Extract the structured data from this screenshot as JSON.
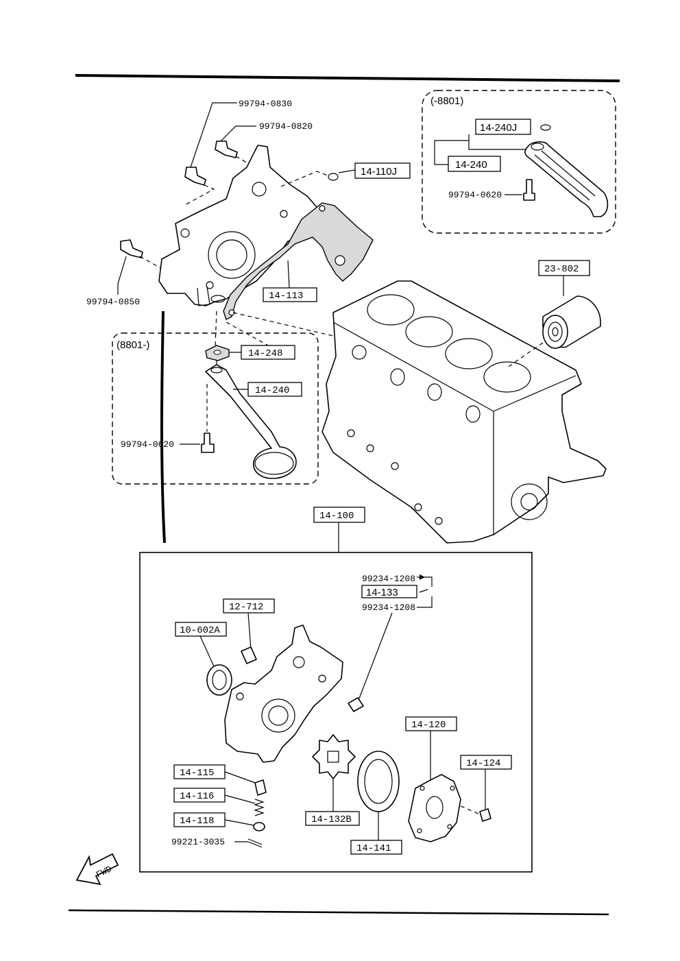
{
  "diagram": {
    "groups": {
      "early": "(-8801)",
      "late": "(8801-)"
    },
    "labels": {
      "bolt_0830": "99794-0830",
      "bolt_0820": "99794-0820",
      "bolt_0850": "99794-0850",
      "oring_110j": "14-110J",
      "gasket_113": "14-113",
      "oring_240j": "14-240J",
      "strainer_240_early": "14-240",
      "bolt_0620_early": "99794-0620",
      "filter_802": "23-802",
      "gasket_248": "14-248",
      "strainer_240_late": "14-240",
      "bolt_0620_late": "99794-0620",
      "pump_assy_100": "14-100",
      "pin_1208_top": "99234-1208",
      "plate_133": "14-133",
      "pin_1208_bottom": "99234-1208",
      "dowel_712": "12-712",
      "seal_602a": "10-602A",
      "plunger_115": "14-115",
      "spring_116": "14-116",
      "seat_118": "14-118",
      "cotter_3035": "99221-3035",
      "inner_rotor_132b": "14-132B",
      "outer_rotor_141": "14-141",
      "cover_120": "14-120",
      "screw_124": "14-124"
    },
    "fwd": "FWD"
  }
}
